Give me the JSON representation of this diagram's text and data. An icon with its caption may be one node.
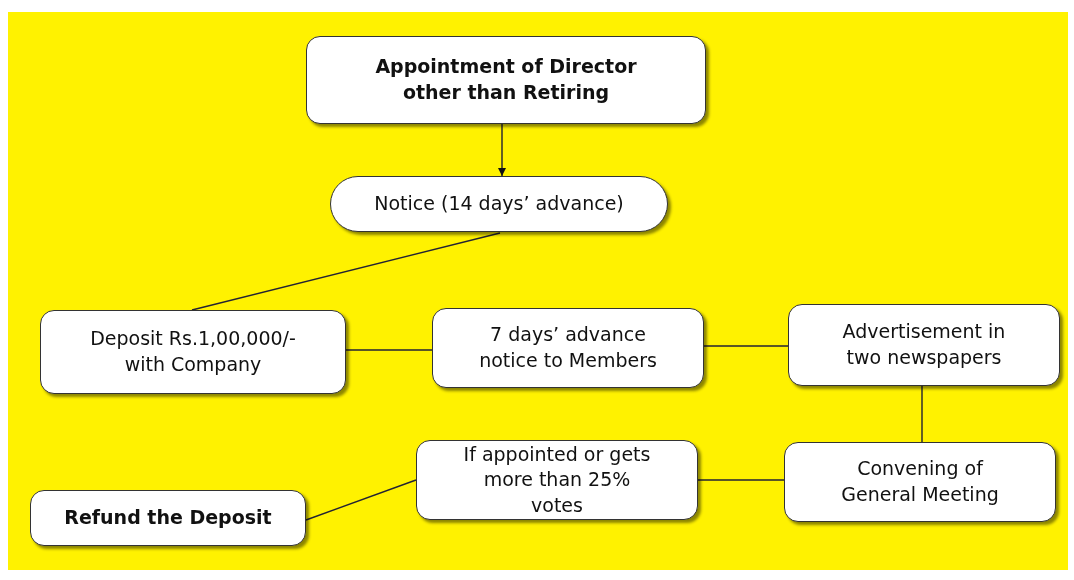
{
  "diagram": {
    "nodes": [
      {
        "text": [
          "Appointment of Director other than Retiring"
        ]
      },
      {
        "text": [
          "Notice (14 days’ advance)"
        ]
      },
      {
        "text": [
          "Deposit Rs.1,00,000/- with Company"
        ]
      },
      {
        "text": [
          "7 days’ advance notice to Members"
        ]
      },
      {
        "text": [
          "Advertisement in two newspapers"
        ]
      },
      {
        "text": [
          "Convening of General Meeting"
        ]
      },
      {
        "text": [
          "If appointed or gets more than 25% votes"
        ]
      },
      {
        "text": [
          "Refund the Deposit"
        ]
      }
    ],
    "edges": [
      {
        "from": 0,
        "to": 1,
        "arrow": "to"
      },
      {
        "from": 1,
        "to": 2,
        "arrow": "none"
      },
      {
        "from": 2,
        "to": 3,
        "arrow": "none"
      },
      {
        "from": 3,
        "to": 4,
        "arrow": "none"
      },
      {
        "from": 4,
        "to": 5,
        "arrow": "none"
      },
      {
        "from": 5,
        "to": 6,
        "arrow": "none"
      },
      {
        "from": 6,
        "to": 7,
        "arrow": "none"
      }
    ]
  }
}
